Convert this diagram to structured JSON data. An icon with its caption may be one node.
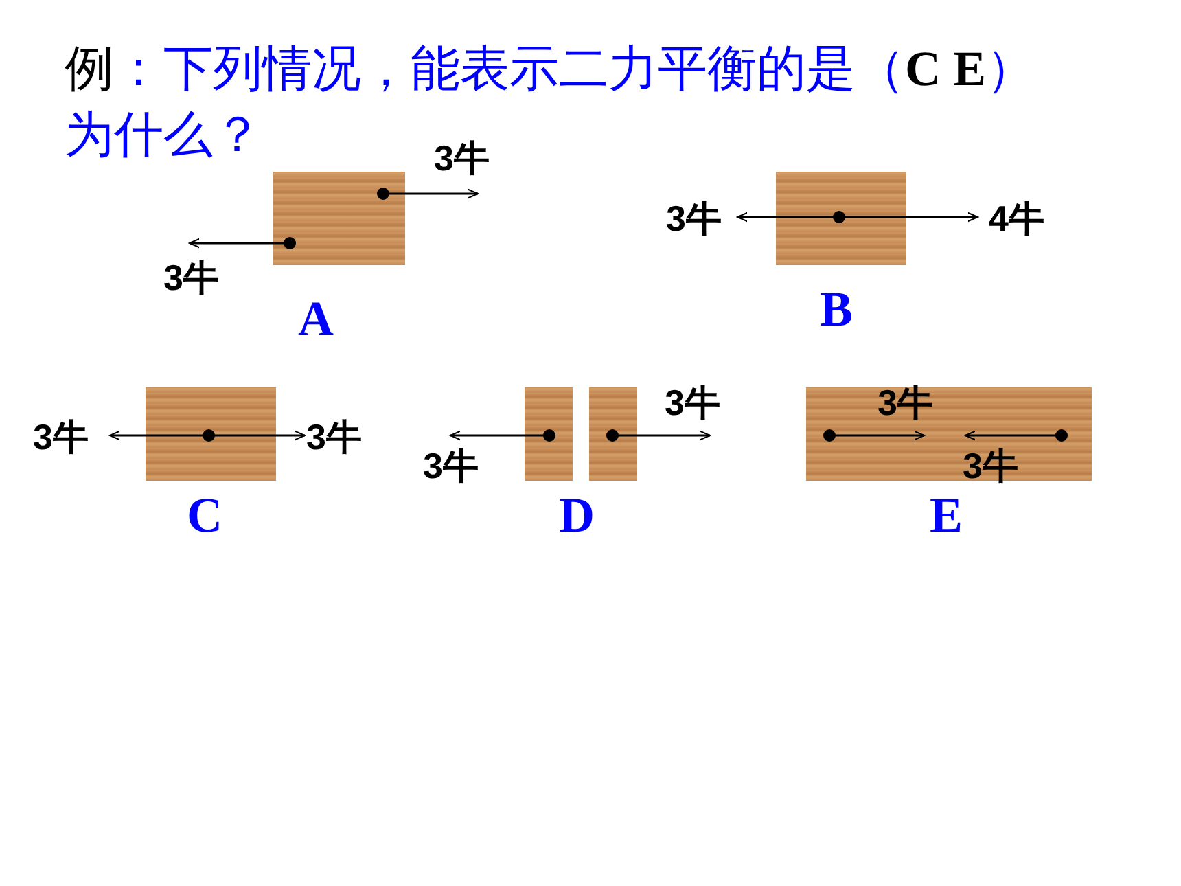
{
  "diagram": {
    "title": "例：下列情况，能表示二力平衡的是（**C E**）为什么？",
    "nodes": [
      {
        "text": [],
        "shape": "box"
      },
      {
        "text": [],
        "shape": "box"
      },
      {
        "text": [],
        "shape": "box"
      },
      {
        "text": [],
        "shape": "box"
      },
      {
        "text": [],
        "shape": "box"
      },
      {
        "text": [],
        "shape": "box"
      }
    ],
    "labels": [
      "3牛",
      "3牛",
      "4牛",
      "3牛",
      "A",
      "B",
      "3牛",
      "3牛",
      "3牛",
      "3牛",
      "3牛",
      "3牛",
      "C",
      "D",
      "E"
    ]
  }
}
